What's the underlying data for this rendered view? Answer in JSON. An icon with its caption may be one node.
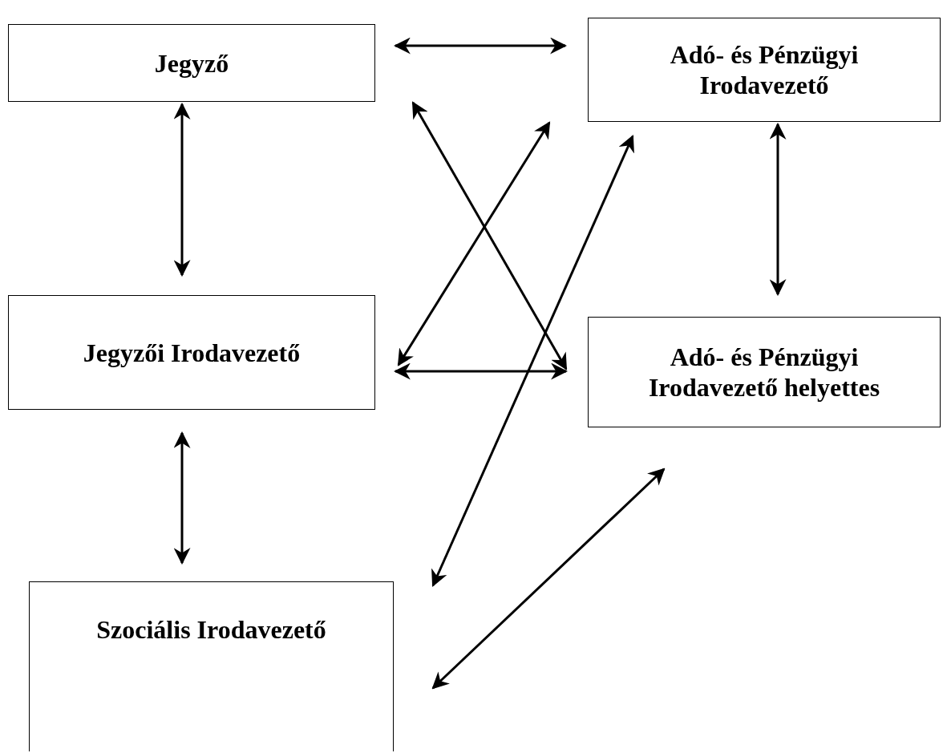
{
  "diagram": {
    "nodes": [
      {
        "text": [
          "Jegyző"
        ]
      },
      {
        "text": [
          "Adó- és Pénzügyi Irodavezető"
        ]
      },
      {
        "text": [
          "Jegyzői Irodavezető"
        ]
      },
      {
        "text": [
          "Adó- és Pénzügyi Irodavezető helyettes"
        ]
      },
      {
        "text": [
          "Szociális Irodavezető"
        ]
      }
    ],
    "edges": [
      {
        "from": 0,
        "to": 1,
        "arrow": "both"
      },
      {
        "from": 0,
        "to": 2,
        "arrow": "both"
      },
      {
        "from": 1,
        "to": 3,
        "arrow": "both"
      },
      {
        "from": 2,
        "to": 3,
        "arrow": "both"
      },
      {
        "from": 0,
        "to": 3,
        "arrow": "both"
      },
      {
        "from": 2,
        "to": 1,
        "arrow": "both"
      },
      {
        "from": 4,
        "to": 1,
        "arrow": "both"
      },
      {
        "from": 2,
        "to": 4,
        "arrow": "both"
      },
      {
        "from": 4,
        "to": 3,
        "arrow": "both"
      }
    ]
  }
}
